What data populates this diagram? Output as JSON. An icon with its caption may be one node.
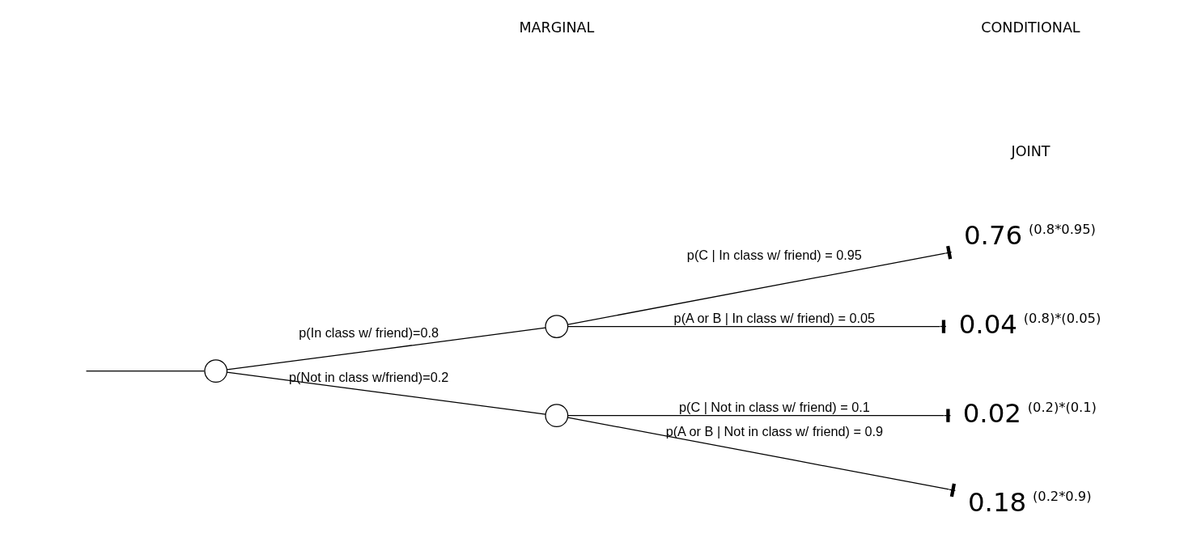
{
  "diagram": {
    "nodes": [
      {
        "text": [],
        "shape": "circle"
      },
      {
        "text": [],
        "shape": "circle"
      },
      {
        "text": [],
        "shape": "circle"
      },
      {
        "text": [
          "0.76"
        ],
        "beside": [
          "(0.8*0.95)"
        ]
      },
      {
        "text": [
          "0.04"
        ],
        "beside": [
          "(0.8)*(0.05)"
        ]
      },
      {
        "text": [
          "0.02"
        ],
        "beside": [
          "(0.2)*(0.1)"
        ]
      },
      {
        "text": [
          "0.18"
        ],
        "beside": [
          "(0.2*0.9)"
        ]
      }
    ],
    "edges": [
      {
        "from": null,
        "to": 0,
        "arrow": "none"
      },
      {
        "from": 0,
        "to": 1,
        "arrow": "none",
        "label": "p(In class w/ friend)=0.8"
      },
      {
        "from": 0,
        "to": 2,
        "arrow": "none",
        "label": "p(Not in class w/friend)=0.2"
      },
      {
        "from": 1,
        "to": 3,
        "arrow": "other",
        "label": "p(C | In class w/ friend) = 0.95"
      },
      {
        "from": 1,
        "to": 4,
        "arrow": "other",
        "label": "p(A or B | In class w/ friend) = 0.05"
      },
      {
        "from": 2,
        "to": 5,
        "arrow": "other",
        "label": "p(C | Not in class w/ friend) = 0.1"
      },
      {
        "from": 2,
        "to": 6,
        "arrow": "other",
        "label": "p(A or B | Not in class w/ friend) = 0.9"
      }
    ],
    "labels": [
      "MARGINAL",
      "CONDITIONAL",
      "JOINT"
    ]
  }
}
